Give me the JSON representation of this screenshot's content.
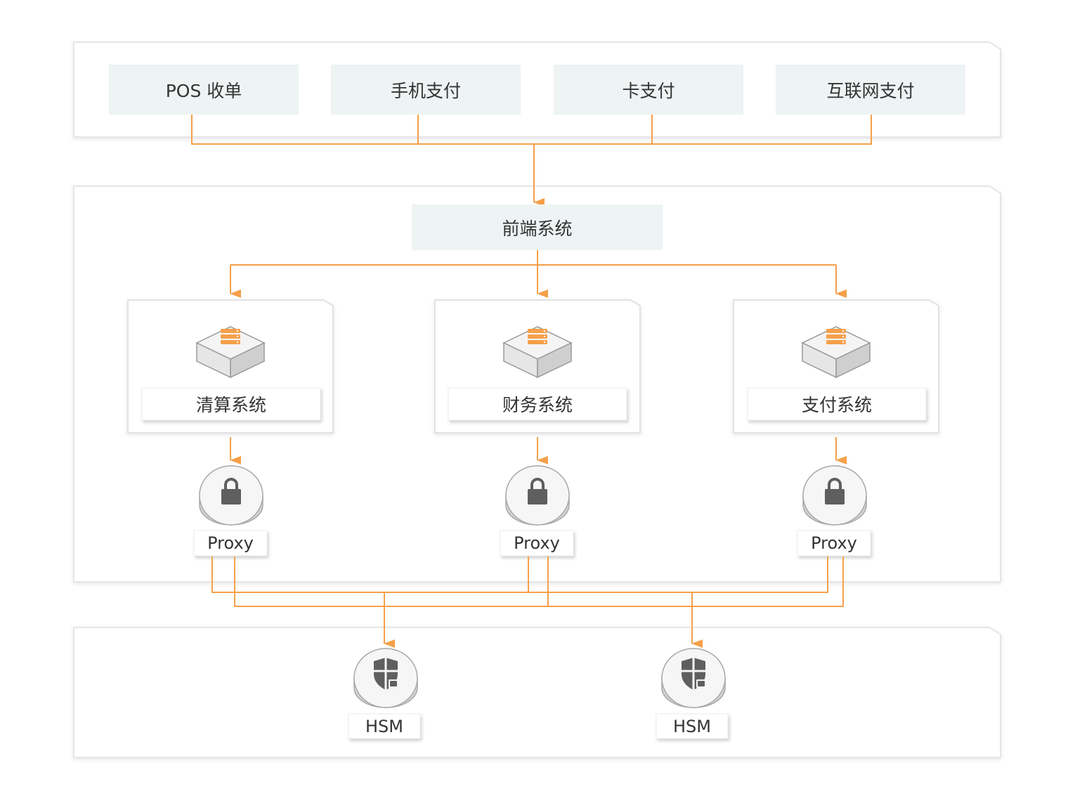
{
  "channels": [
    "POS 收单",
    "手机支付",
    "卡支付",
    "互联网支付"
  ],
  "front_end": "前端系统",
  "systems": [
    "清算系统",
    "财务系统",
    "支付系统"
  ],
  "proxy_label": "Proxy",
  "hsm_label": "HSM",
  "colors": {
    "accent": "#F5A04A",
    "box_fill": "#EEF3F4",
    "panel_border": "#E6E6E6",
    "icon_dark": "#5F5F5F"
  },
  "icons": {
    "server": "server-stack-icon",
    "proxy": "lock-icon",
    "hsm": "shield-lock-icon"
  }
}
